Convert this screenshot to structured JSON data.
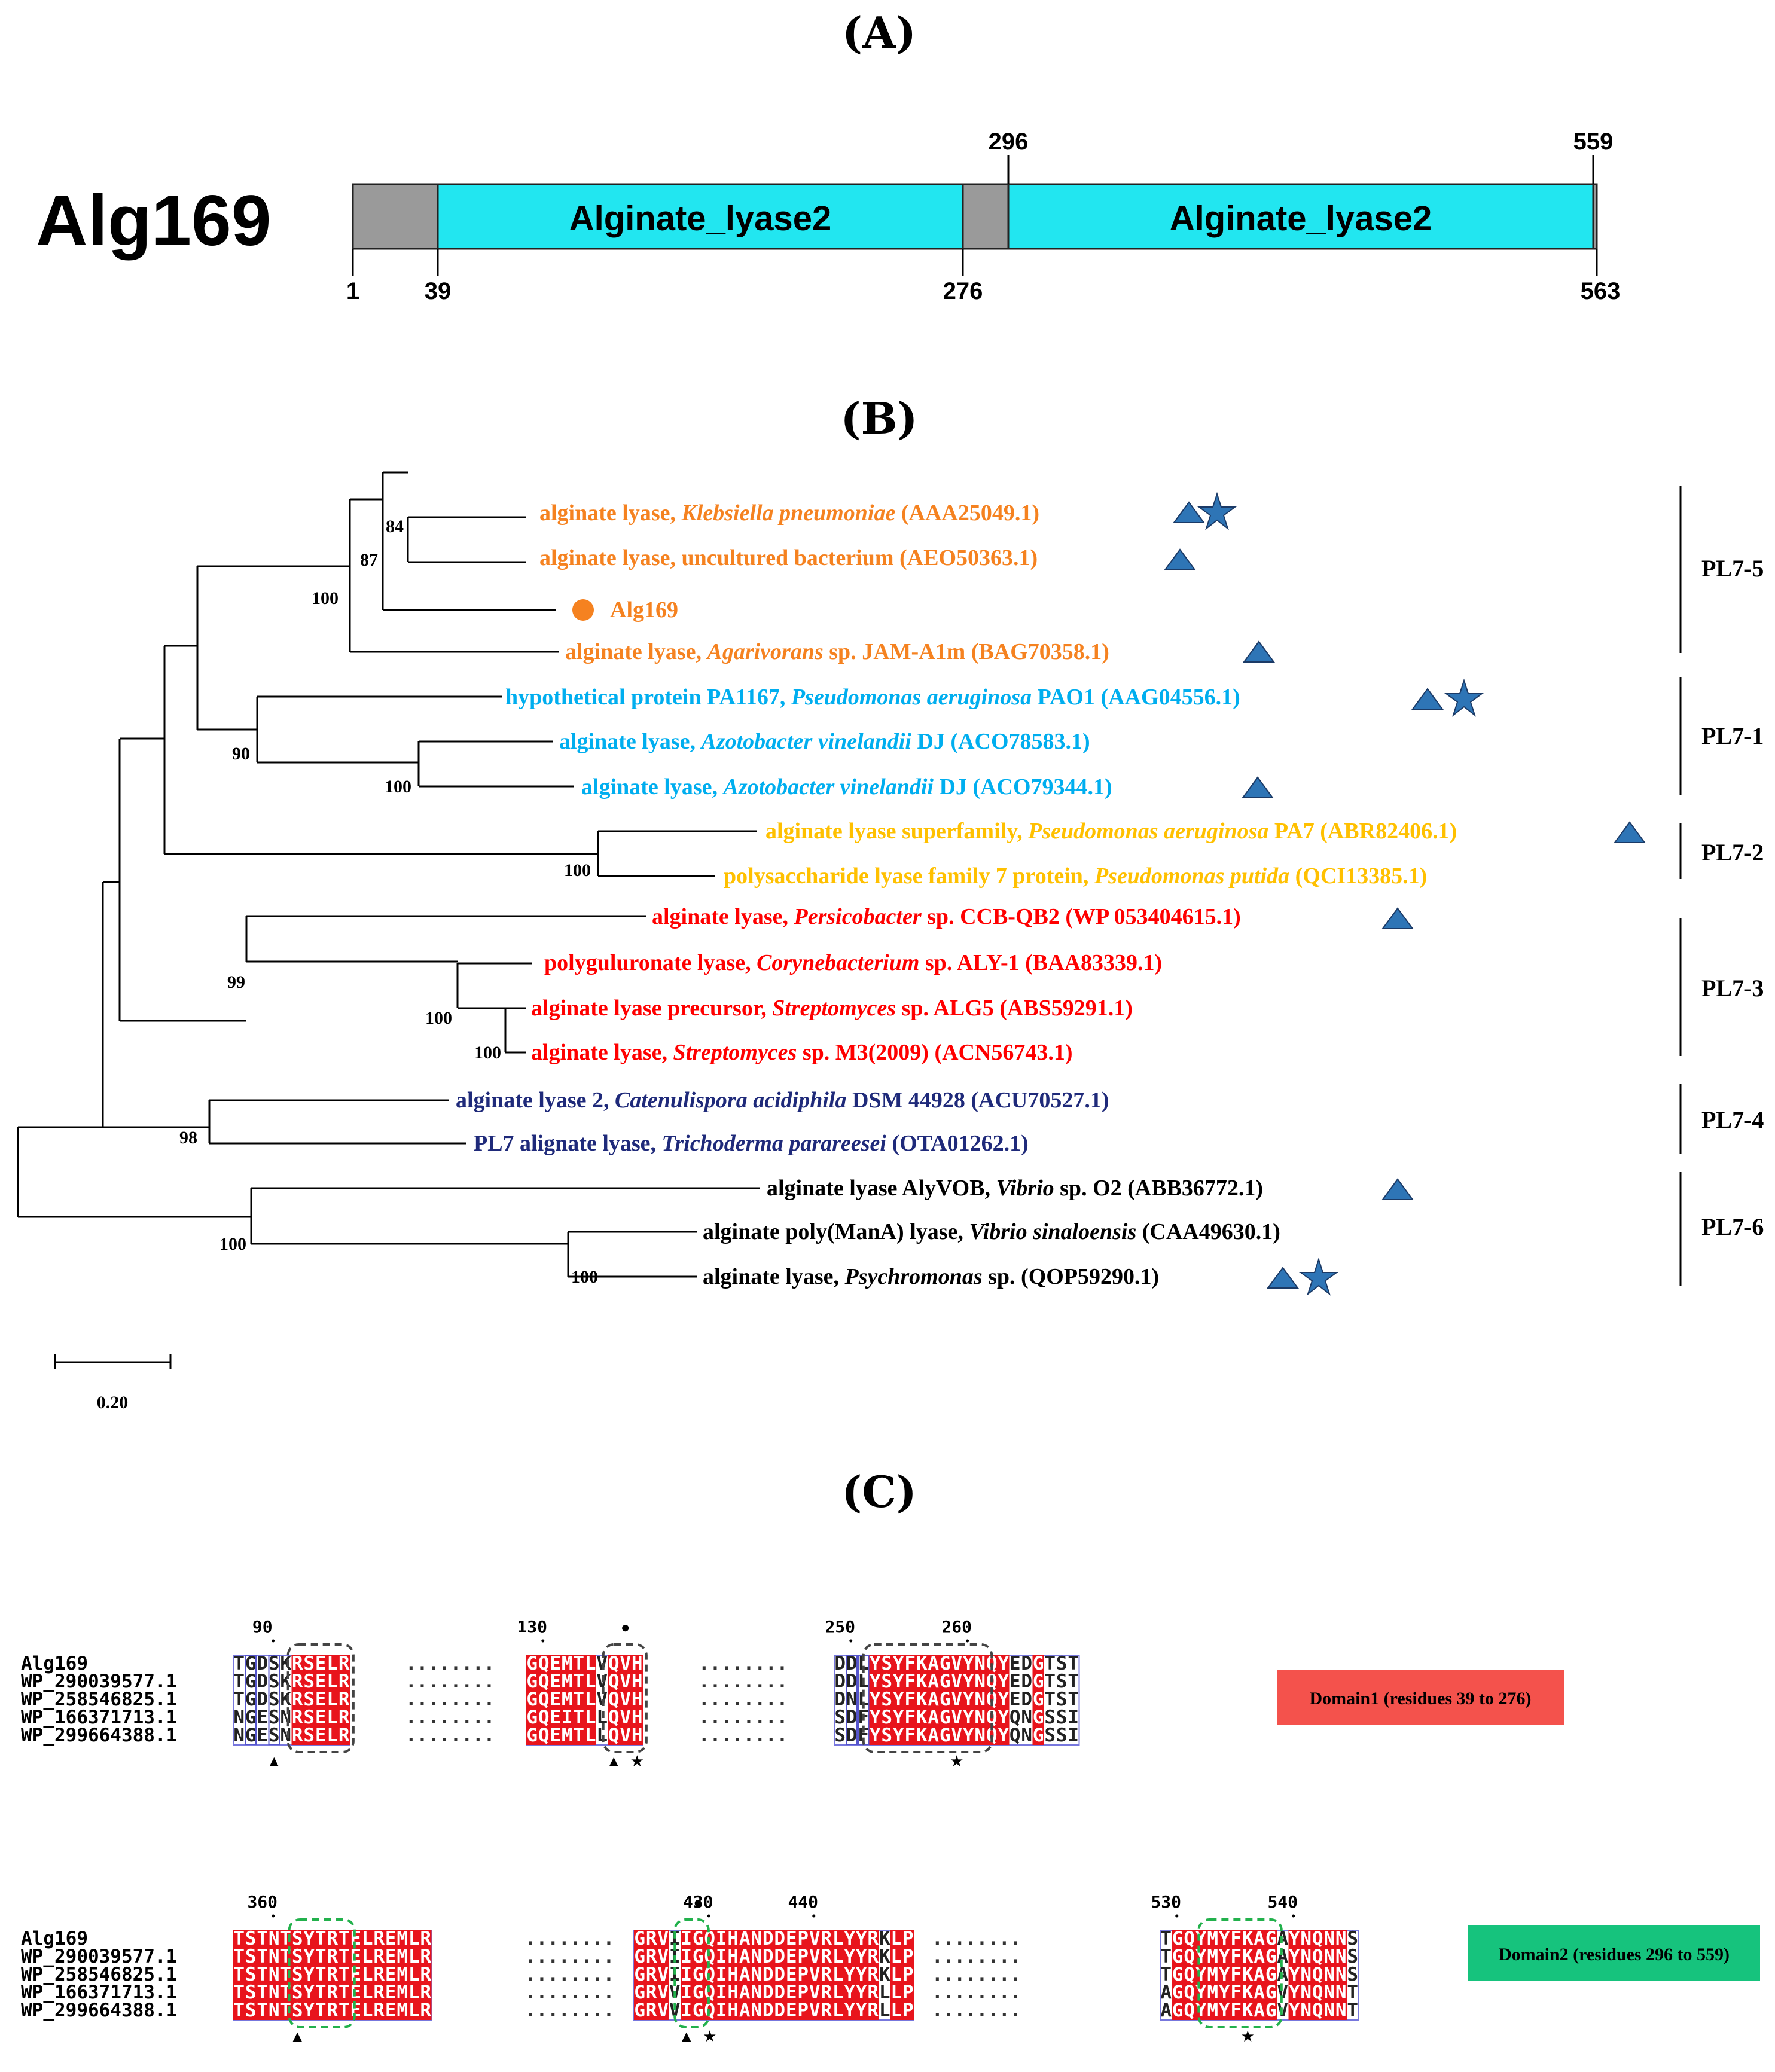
{
  "panels": {
    "a": "(A)",
    "b": "(B)",
    "c": "(C)"
  },
  "panel_a": {
    "protein": "Alg169",
    "domain1_name": "Alginate_lyase2",
    "domain2_name": "Alginate_lyase2",
    "pos_1": "1",
    "pos_39": "39",
    "pos_276": "276",
    "pos_296": "296",
    "pos_559": "559",
    "pos_563": "563"
  },
  "tree": {
    "taxa": [
      {
        "a": "alginate lyase, ",
        "b": "Klebsiella pneumoniae",
        "c": " (AAA25049.1)"
      },
      {
        "a": "alginate lyase, uncultured bacterium (AEO50363.1)",
        "b": "",
        "c": ""
      },
      {
        "a": "Alg169",
        "b": "",
        "c": ""
      },
      {
        "a": "alginate lyase, ",
        "b": "Agarivorans",
        "c": " sp. JAM-A1m (BAG70358.1)"
      },
      {
        "a": "hypothetical protein PA1167, ",
        "b": "Pseudomonas aeruginosa",
        "c": " PAO1 (AAG04556.1)"
      },
      {
        "a": "alginate lyase, ",
        "b": "Azotobacter vinelandii",
        "c": " DJ (ACO78583.1)"
      },
      {
        "a": "alginate lyase, ",
        "b": "Azotobacter vinelandii",
        "c": " DJ (ACO79344.1)"
      },
      {
        "a": "alginate lyase superfamily, ",
        "b": "Pseudomonas aeruginosa",
        "c": " PA7 (ABR82406.1)"
      },
      {
        "a": "polysaccharide lyase family 7 protein, ",
        "b": "Pseudomonas putida",
        "c": " (QCI13385.1)"
      },
      {
        "a": "alginate lyase, ",
        "b": "Persicobacter",
        "c": " sp. CCB-QB2 (WP 053404615.1)"
      },
      {
        "a": "polyguluronate lyase, ",
        "b": "Corynebacterium",
        "c": " sp. ALY-1 (BAA83339.1)"
      },
      {
        "a": "alginate lyase precursor, ",
        "b": "Streptomyces",
        "c": " sp. ALG5 (ABS59291.1)"
      },
      {
        "a": "alginate lyase, ",
        "b": "Streptomyces",
        "c": " sp. M3(2009) (ACN56743.1)"
      },
      {
        "a": "alginate lyase 2, ",
        "b": "Catenulispora acidiphila",
        "c": " DSM 44928 (ACU70527.1)"
      },
      {
        "a": "PL7 alignate lyase, ",
        "b": "Trichoderma parareesei",
        "c": " (OTA01262.1)"
      },
      {
        "a": "alginate lyase AlyVOB, ",
        "b": "Vibrio",
        "c": " sp. O2 (ABB36772.1)"
      },
      {
        "a": "alginate poly(ManA) lyase, ",
        "b": "Vibrio sinaloensis",
        "c": " (CAA49630.1)"
      },
      {
        "a": "alginate lyase, ",
        "b": "Psychromonas",
        "c": " sp. (QOP59290.1)"
      }
    ],
    "bootstraps": [
      "84",
      "87",
      "100",
      "90",
      "100",
      "100",
      "99",
      "100",
      "100",
      "98",
      "100",
      "100"
    ],
    "clades": [
      "PL7-5",
      "PL7-1",
      "PL7-2",
      "PL7-3",
      "PL7-4",
      "PL7-6"
    ],
    "scale": "0.20",
    "colors": {
      "orange": "#f58220",
      "cyan": "#00aeef",
      "yellow": "#ffc000",
      "red": "#ff0000",
      "navy": "#1f2a7a",
      "black": "#000000",
      "marker_blue": "#2e75b6"
    }
  },
  "panel_c": {
    "domain1_box": "Domain1 (residues 39 to 276)",
    "domain2_box": "Domain2 (residues 296 to 559)",
    "alignments": [
      {
        "names": [
          "Alg169",
          "WP_290039577.1",
          "WP_258546825.1",
          "WP_166371713.1",
          "WP_299664388.1"
        ],
        "gap": "........",
        "blocks": [
          {
            "rows": [
              "TGDSKRSELR",
              "TGDSKRSELR",
              "TGDSKRSELR",
              "NGESNRSELR",
              "NGESNRSELR"
            ],
            "red_cols": [
              5,
              6,
              7,
              8,
              9
            ],
            "box_cols": [
              1,
              3
            ],
            "ruler": [
              {
                "label": "90",
                "col": 2
              }
            ]
          },
          {
            "rows": [
              "GQEMTLVQVH",
              "GQEMTLVQVH",
              "GQEMTLVQVH",
              "GQEITLLQVH",
              "GQEMTLLQVH"
            ],
            "red_cols": [
              0,
              1,
              2,
              3,
              4,
              5,
              7,
              8,
              9
            ],
            "box_cols": [],
            "ruler": [
              {
                "label": "130",
                "col": 0
              }
            ]
          },
          {
            "rows": [
              "DDLYSYFKAGVYNQYEDGTST",
              "DDLYSYFKAGVYNQYEDGTST",
              "DNLYSYFKAGVYNQYEDGTST",
              "SDFYSYFKAGVYNQYQNGSSI",
              "SDFYSYFKAGVYNQYQNGSSI"
            ],
            "red_cols": [
              3,
              4,
              5,
              6,
              7,
              8,
              9,
              10,
              11,
              12,
              13,
              14,
              17
            ],
            "box_cols": [
              1,
              2
            ],
            "ruler": [
              {
                "label": "250",
                "col": 0
              },
              {
                "label": "260",
                "col": 10
              }
            ]
          }
        ],
        "triangles": [
          "▲",
          "▲",
          "★",
          "★"
        ],
        "dots": [
          "●"
        ]
      },
      {
        "names": [
          "Alg169",
          "WP_290039577.1",
          "WP_258546825.1",
          "WP_166371713.1",
          "WP_299664388.1"
        ],
        "gap": "........",
        "blocks": [
          {
            "rows": [
              "TSTNTSYTRTELREMLR",
              "TSTNTSYTRTELREMLR",
              "TSTNTSYTRTELREMLR",
              "TSTNTSYTRTELREMLR",
              "TSTNTSYTRTELREMLR"
            ],
            "red_cols": [
              0,
              1,
              2,
              3,
              4,
              5,
              6,
              7,
              8,
              9,
              10,
              11,
              12,
              13,
              14,
              15,
              16
            ],
            "box_cols": [],
            "ruler": [
              {
                "label": "360",
                "col": 2
              }
            ]
          },
          {
            "rows": [
              "GRVIIGQIHANDDEPVRLYYRKLP",
              "GRVIIGQIHANDDEPVRLYYRKLP",
              "GRVIIGQIHANDDEPVRLYYRKLP",
              "GRVVIGQIHANDDEPVRLYYRLLP",
              "GRVVIGQIHANDDEPVRLYYRLLP"
            ],
            "red_cols": [
              0,
              1,
              2,
              4,
              5,
              6,
              7,
              8,
              9,
              10,
              11,
              12,
              13,
              14,
              15,
              16,
              17,
              18,
              19,
              20,
              22,
              23
            ],
            "box_cols": [],
            "ruler": [
              {
                "label": "430",
                "col": 5
              },
              {
                "label": "440",
                "col": 14
              }
            ]
          },
          {
            "rows": [
              "TGQYMYFKAGAYNQNNS",
              "TGQYMYFKAGAYNQNNS",
              "TGQYMYFKAGAYNQNNS",
              "AGQYMYFKAGVYNQNNT",
              "AGQYMYFKAGVYNQNNT"
            ],
            "red_cols": [
              1,
              2,
              3,
              4,
              5,
              6,
              7,
              8,
              9,
              11,
              12,
              13,
              14,
              15
            ],
            "box_cols": [],
            "ruler": [
              {
                "label": "530",
                "col": 0
              },
              {
                "label": "540",
                "col": 10
              }
            ]
          }
        ],
        "triangles": [
          "▲",
          "▲",
          "★",
          "★"
        ],
        "dots": [
          "●"
        ]
      }
    ]
  }
}
